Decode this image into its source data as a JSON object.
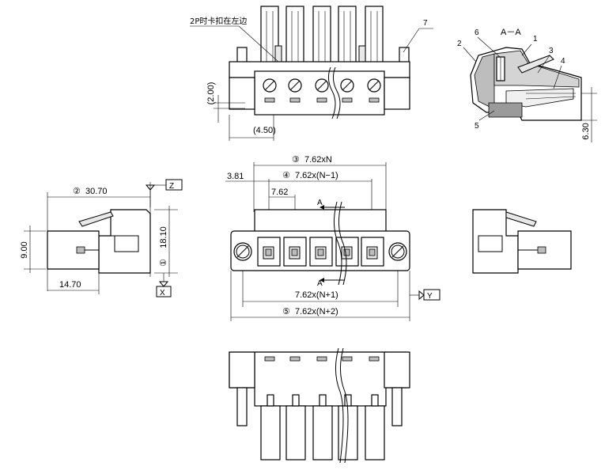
{
  "top_view": {
    "note_label": "2P时卡扣在左边",
    "callout_7": "7",
    "dim_height": "(2.00)",
    "dim_offset": "(4.50)"
  },
  "section_view": {
    "title": "A－A",
    "callouts": [
      "1",
      "2",
      "3",
      "4",
      "5",
      "6"
    ],
    "dim_height": "6.30"
  },
  "front_view": {
    "dim_pitch_n": "7.62xN",
    "dim_pitch_n_minus_1": "7.62x(N−1)",
    "dim_edge": "3.81",
    "dim_pitch": "7.62",
    "dim_pitch_n_plus_1": "7.62x(N+1)",
    "dim_pitch_n_plus_2": "7.62x(N+2)",
    "section_mark": "A",
    "marker_3": "③",
    "marker_4": "④",
    "marker_5": "⑤"
  },
  "side_view": {
    "dim_length": "30.70",
    "dim_height": "18.10",
    "dim_width": "9.00",
    "dim_offset": "14.70",
    "marker_1": "①",
    "marker_2": "②"
  },
  "datums": {
    "z": "Z",
    "x": "X",
    "y": "Y"
  }
}
